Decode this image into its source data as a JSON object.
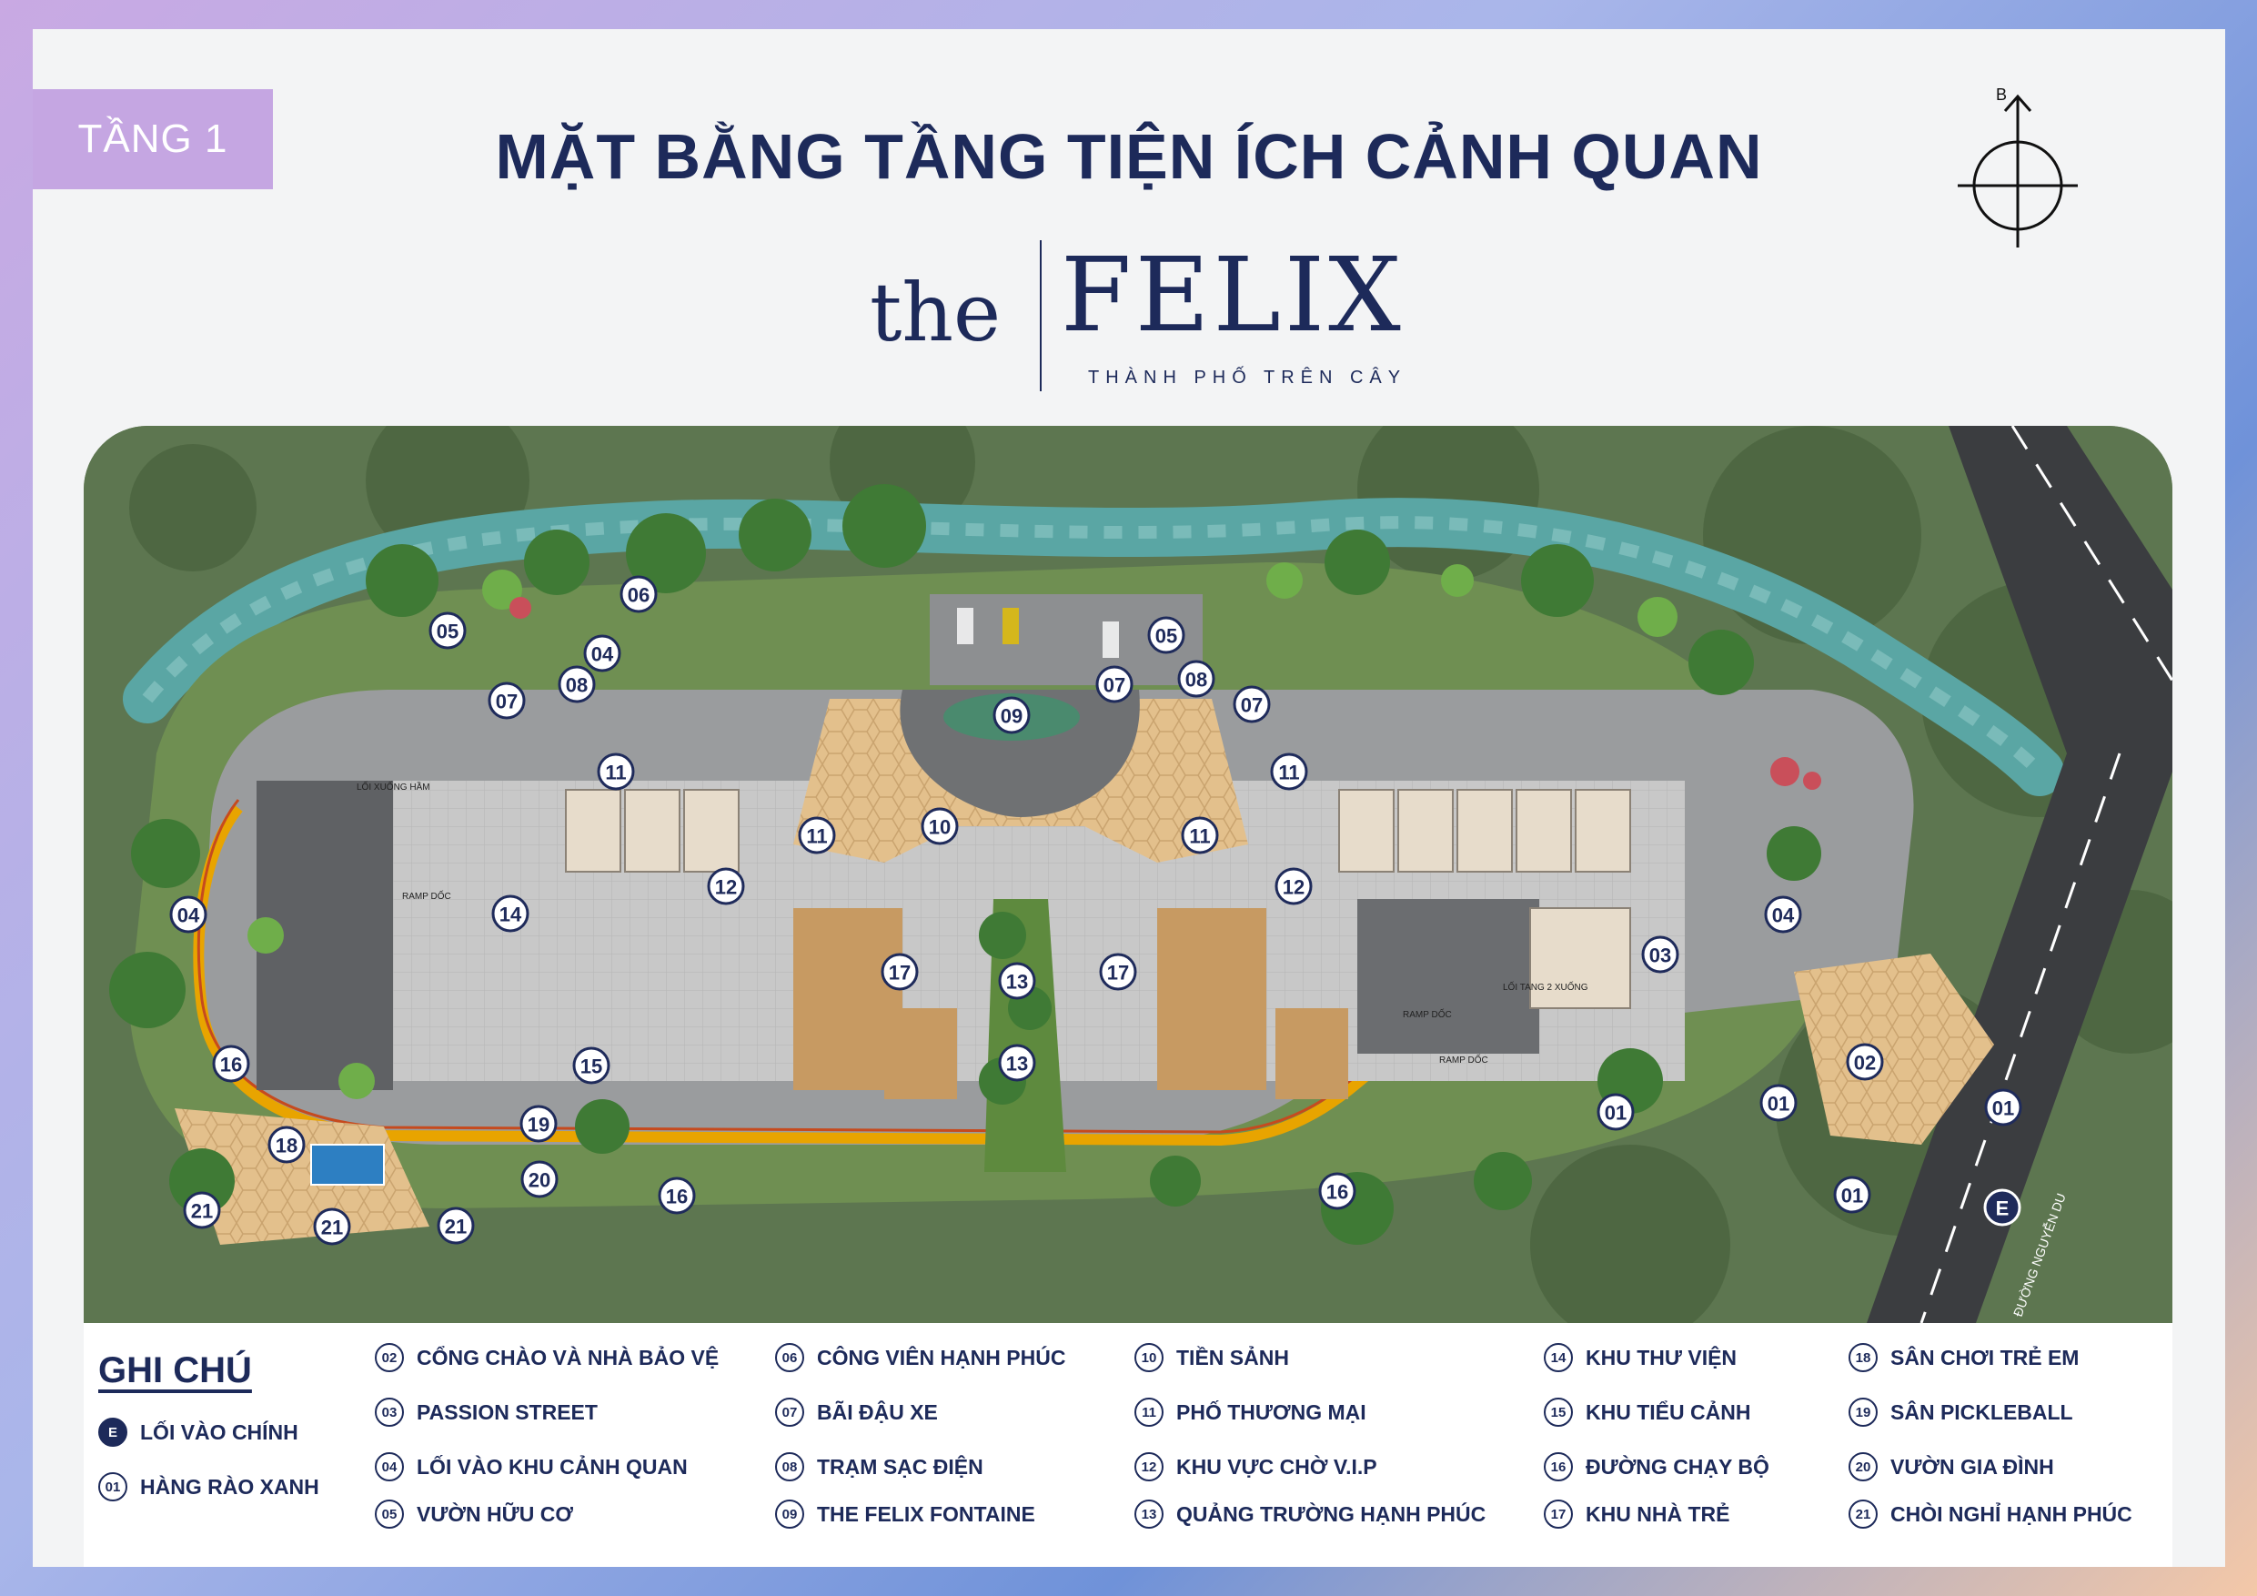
{
  "floor_tag": "TẦNG 1",
  "title": "MẶT BẰNG TẦNG TIỆN ÍCH CẢNH QUAN",
  "logo": {
    "the": "the",
    "name": "FELIX",
    "tagline": "THÀNH PHỐ TRÊN CÂY"
  },
  "compass": {
    "north_letter": "B"
  },
  "map": {
    "small_labels": [
      "LỐI XUỐNG HẦM",
      "RAMP DỐC",
      "RAMP DỐC",
      "LỐI TANG 2 XUỐNG",
      "RAMP DỐC",
      "ĐƯỜNG NGUYỄN DU"
    ],
    "markers": [
      "05",
      "04",
      "06",
      "05",
      "07",
      "08",
      "07",
      "08",
      "07",
      "09",
      "11",
      "11",
      "10",
      "11",
      "11",
      "12",
      "12",
      "04",
      "14",
      "03",
      "04",
      "17",
      "17",
      "13",
      "13",
      "16",
      "15",
      "02",
      "01",
      "01",
      "01",
      "19",
      "18",
      "20",
      "16",
      "16",
      "21",
      "21",
      "21",
      "01",
      "E"
    ]
  },
  "legend": {
    "title": "GHI CHÚ",
    "items": [
      {
        "code": "E",
        "label": "LỐI VÀO CHÍNH"
      },
      {
        "code": "01",
        "label": "HÀNG RÀO XANH"
      },
      {
        "code": "02",
        "label": "CỔNG CHÀO VÀ NHÀ BẢO VỆ"
      },
      {
        "code": "03",
        "label": "PASSION STREET"
      },
      {
        "code": "04",
        "label": "LỐI VÀO KHU CẢNH QUAN"
      },
      {
        "code": "05",
        "label": "VƯỜN HỮU CƠ"
      },
      {
        "code": "06",
        "label": "CÔNG VIÊN HẠNH PHÚC"
      },
      {
        "code": "07",
        "label": "BÃI ĐẬU XE"
      },
      {
        "code": "08",
        "label": "TRẠM SẠC ĐIỆN"
      },
      {
        "code": "09",
        "label": "THE FELIX FONTAINE"
      },
      {
        "code": "10",
        "label": "TIỀN SẢNH"
      },
      {
        "code": "11",
        "label": "PHỐ THƯƠNG MẠI"
      },
      {
        "code": "12",
        "label": "KHU VỰC CHỜ V.I.P"
      },
      {
        "code": "13",
        "label": "QUẢNG TRƯỜNG HẠNH PHÚC"
      },
      {
        "code": "14",
        "label": "KHU THƯ VIỆN"
      },
      {
        "code": "15",
        "label": "KHU TIỂU CẢNH"
      },
      {
        "code": "16",
        "label": "ĐƯỜNG CHẠY BỘ"
      },
      {
        "code": "17",
        "label": "KHU NHÀ TRẺ"
      },
      {
        "code": "18",
        "label": "SÂN CHƠI TRẺ EM"
      },
      {
        "code": "19",
        "label": "SÂN PICKLEBALL"
      },
      {
        "code": "20",
        "label": "VƯỜN GIA ĐÌNH"
      },
      {
        "code": "21",
        "label": "CHÒI NGHỈ HẠNH PHÚC"
      }
    ]
  },
  "colors": {
    "navy": "#1d2a5a",
    "lavender": "#c5a6e2",
    "river": "#4f9b9b",
    "track": "#e8a400",
    "paving": "#e5c28e"
  }
}
